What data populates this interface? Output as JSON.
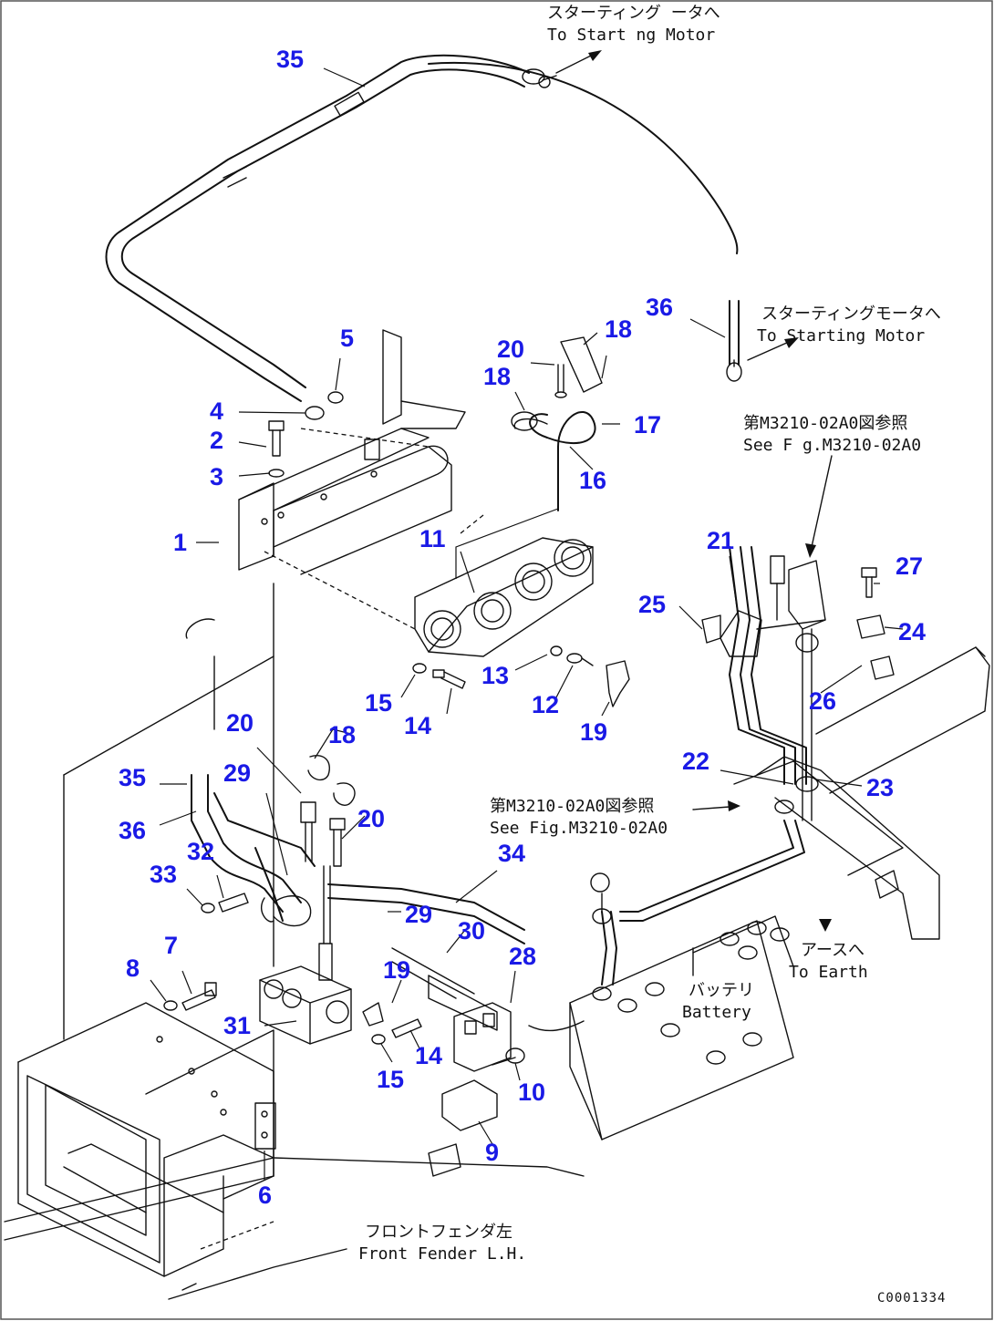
{
  "drawing": {
    "border_color": "#555555",
    "callout_color": "#1a1ae6",
    "line_color": "#111111",
    "callouts": {
      "c35a": "35",
      "c36a": "36",
      "c5": "5",
      "c4": "4",
      "c2": "2",
      "c3": "3",
      "c1": "1",
      "c20a": "20",
      "c18a": "18",
      "c18b": "18",
      "c17": "17",
      "c16": "16",
      "c11": "11",
      "c13": "13",
      "c15a": "15",
      "c14a": "14",
      "c12": "12",
      "c19a": "19",
      "c21": "21",
      "c27": "27",
      "c25": "25",
      "c24": "24",
      "c26": "26",
      "c22": "22",
      "c23": "23",
      "c20b": "20",
      "c18c": "18",
      "c29a": "29",
      "c35b": "35",
      "c36b": "36",
      "c20c": "20",
      "c32": "32",
      "c33": "33",
      "c34": "34",
      "c29b": "29",
      "c30": "30",
      "c28": "28",
      "c7": "7",
      "c8": "8",
      "c19b": "19",
      "c31": "31",
      "c14b": "14",
      "c15b": "15",
      "c10": "10",
      "c9": "9",
      "c6": "6"
    },
    "notes": {
      "starting_motor_1_jp": "スターティング ータへ",
      "starting_motor_1_en": "To Start ng Motor",
      "starting_motor_2_jp": "スターティングモータへ",
      "starting_motor_2_en": "To Starting Motor",
      "see_fig_1_jp": "第M3210-02A0図参照",
      "see_fig_1_en": "See F g.M3210-02A0",
      "see_fig_2_jp": "第M3210-02A0図参照",
      "see_fig_2_en": "See Fig.M3210-02A0",
      "earth_jp": "アースへ",
      "earth_en": "To Earth",
      "battery_jp": "バッテリ",
      "battery_en": "Battery",
      "fender_jp": "フロントフェンダ左",
      "fender_en": "Front Fender L.H."
    },
    "drawing_code": "C0001334"
  }
}
